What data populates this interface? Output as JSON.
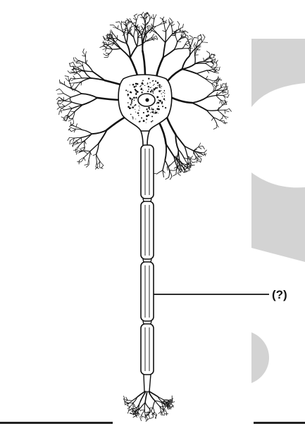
{
  "figure": {
    "callout_label": "(?)"
  },
  "colors": {
    "ink": "#111111",
    "background": "#ffffff",
    "watermark": "#d3d3d3"
  },
  "parts": [
    "cell-body",
    "nucleus",
    "dendrites",
    "axon",
    "myelin-sheath",
    "node-of-ranvier",
    "axon-terminals"
  ]
}
